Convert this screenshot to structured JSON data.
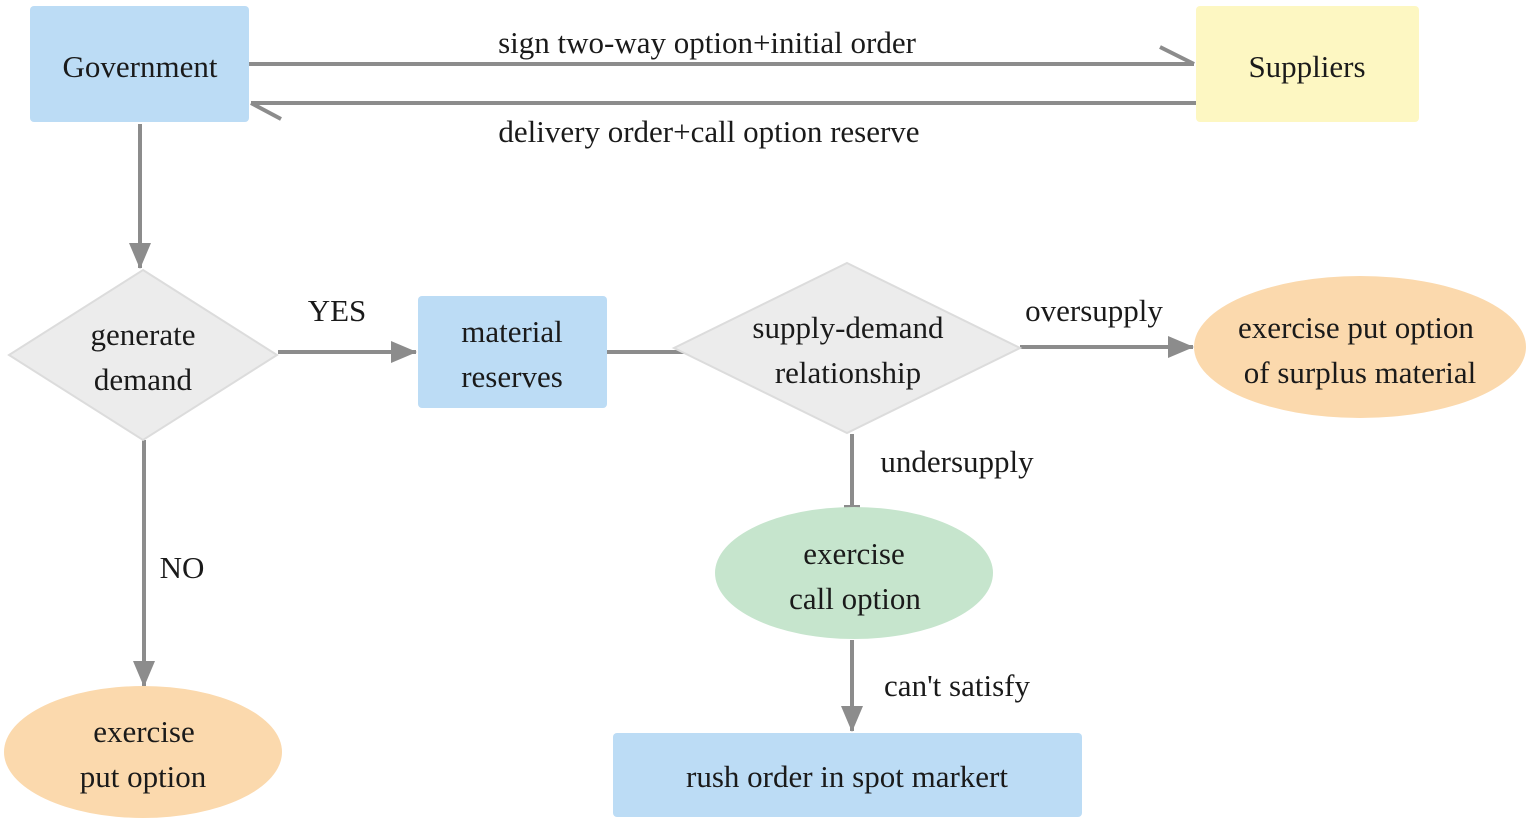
{
  "colors": {
    "blue_box": "#bcdcf5",
    "yellow_box": "#fdf7c2",
    "gray_diamond": "#ececec",
    "orange_ellipse": "#fbd9ad",
    "green_ellipse": "#c6e5cd",
    "arrow": "#8c8c8c"
  },
  "nodes": {
    "government": {
      "label": "Government"
    },
    "suppliers": {
      "label": "Suppliers"
    },
    "generate_demand": {
      "line1": "generate",
      "line2": "demand"
    },
    "material_reserves": {
      "line1": "material",
      "line2": "reserves"
    },
    "supply_demand": {
      "line1": "supply-demand",
      "line2": "relationship"
    },
    "put_option_surplus": {
      "line1": "exercise put option",
      "line2": "of surplus material"
    },
    "call_option": {
      "line1": "exercise",
      "line2": "call option"
    },
    "put_option": {
      "line1": "exercise",
      "line2": "put option"
    },
    "rush_order": {
      "label": "rush order in spot markert"
    }
  },
  "edges": {
    "sign_option": "sign two-way option+initial order",
    "delivery_order": "delivery order+call option reserve",
    "yes": "YES",
    "no": "NO",
    "oversupply": "oversupply",
    "undersupply": "undersupply",
    "cant_satisfy": "can't satisfy"
  }
}
